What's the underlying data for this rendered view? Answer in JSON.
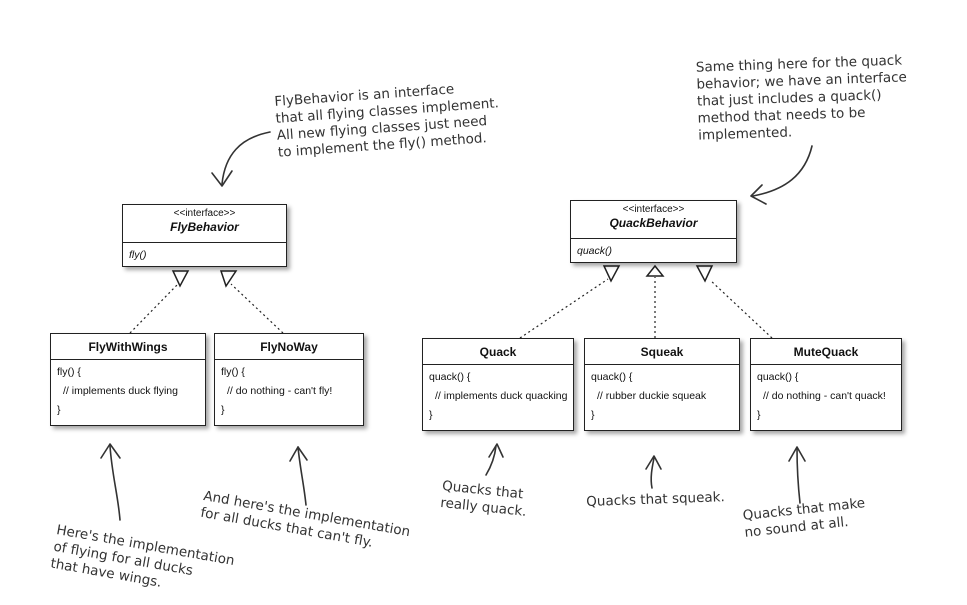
{
  "interfaces": {
    "fly": {
      "stereotype": "<<interface>>",
      "name": "FlyBehavior",
      "method": "fly()"
    },
    "quack": {
      "stereotype": "<<interface>>",
      "name": "QuackBehavior",
      "method": "quack()"
    }
  },
  "classes": {
    "fly_with_wings": {
      "name": "FlyWithWings",
      "line1": "fly() {",
      "line2": "// implements duck flying",
      "line3": "}"
    },
    "fly_no_way": {
      "name": "FlyNoWay",
      "line1": "fly() {",
      "line2": "// do nothing - can't fly!",
      "line3": "}"
    },
    "quack": {
      "name": "Quack",
      "line1": "quack() {",
      "line2": "// implements duck quacking",
      "line3": "}"
    },
    "squeak": {
      "name": "Squeak",
      "line1": "quack() {",
      "line2": "// rubber duckie squeak",
      "line3": "}"
    },
    "mute_quack": {
      "name": "MuteQuack",
      "line1": "quack() {",
      "line2": "// do nothing - can't quack!",
      "line3": "}"
    }
  },
  "notes": {
    "fly_interface": [
      "FlyBehavior is an interface",
      "that all flying classes implement.",
      "All new flying classes just need",
      "to implement the fly() method."
    ],
    "quack_interface": [
      "Same thing here for the quack",
      "behavior; we have an interface",
      "that just includes a quack()",
      "method that needs to be",
      "implemented."
    ],
    "fly_with_wings": [
      "Here's the implementation",
      "of flying for all ducks",
      "that have wings."
    ],
    "fly_no_way": [
      "And here's the implementation",
      "for all ducks that can't fly."
    ],
    "quack": [
      "Quacks that",
      "really quack."
    ],
    "squeak": [
      "Quacks that squeak."
    ],
    "mute_quack": [
      "Quacks that make",
      "no sound at all."
    ]
  }
}
